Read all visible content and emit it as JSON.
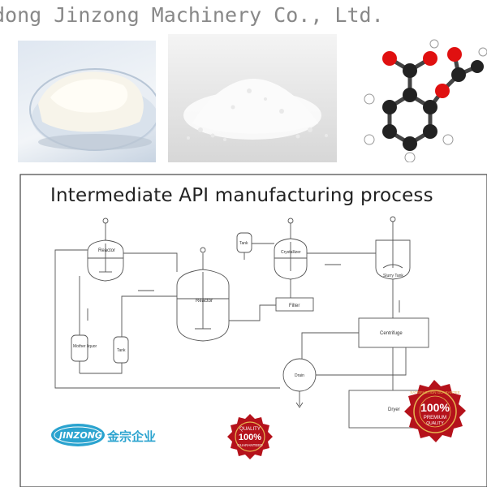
{
  "banner": {
    "text": "dong Jinzong Machinery Co., Ltd."
  },
  "diagram": {
    "title": "Intermediate API manufacturing process",
    "labels": {
      "reactor1": "Reactor",
      "reactor2": "Reactor",
      "tank_small": "Tank",
      "crystallizer": "Crystallizer",
      "slurry_tank": "Slurry Tank",
      "filter": "Filter",
      "centrifuge": "Centrifuge",
      "mother_liquor": "Mother liquor",
      "tank2": "Tank",
      "drain": "Drain",
      "dryer": "Dryer"
    }
  },
  "logo": {
    "en": "JINZONG",
    "cn": "金宗企业"
  },
  "badge_left": {
    "top": "QUALITY",
    "center": "100%",
    "bottom": "GUARANTEED"
  },
  "badge_right": {
    "ring": "SATISFACTION GUARANTEE",
    "center": "100%",
    "sub": "PREMIUM",
    "bottom": "QUALITY"
  },
  "colors": {
    "badge_red": "#b5121b",
    "badge_gold": "#e6b450",
    "logo_blue": "#2aa3cf",
    "banner_gray": "#888888"
  }
}
